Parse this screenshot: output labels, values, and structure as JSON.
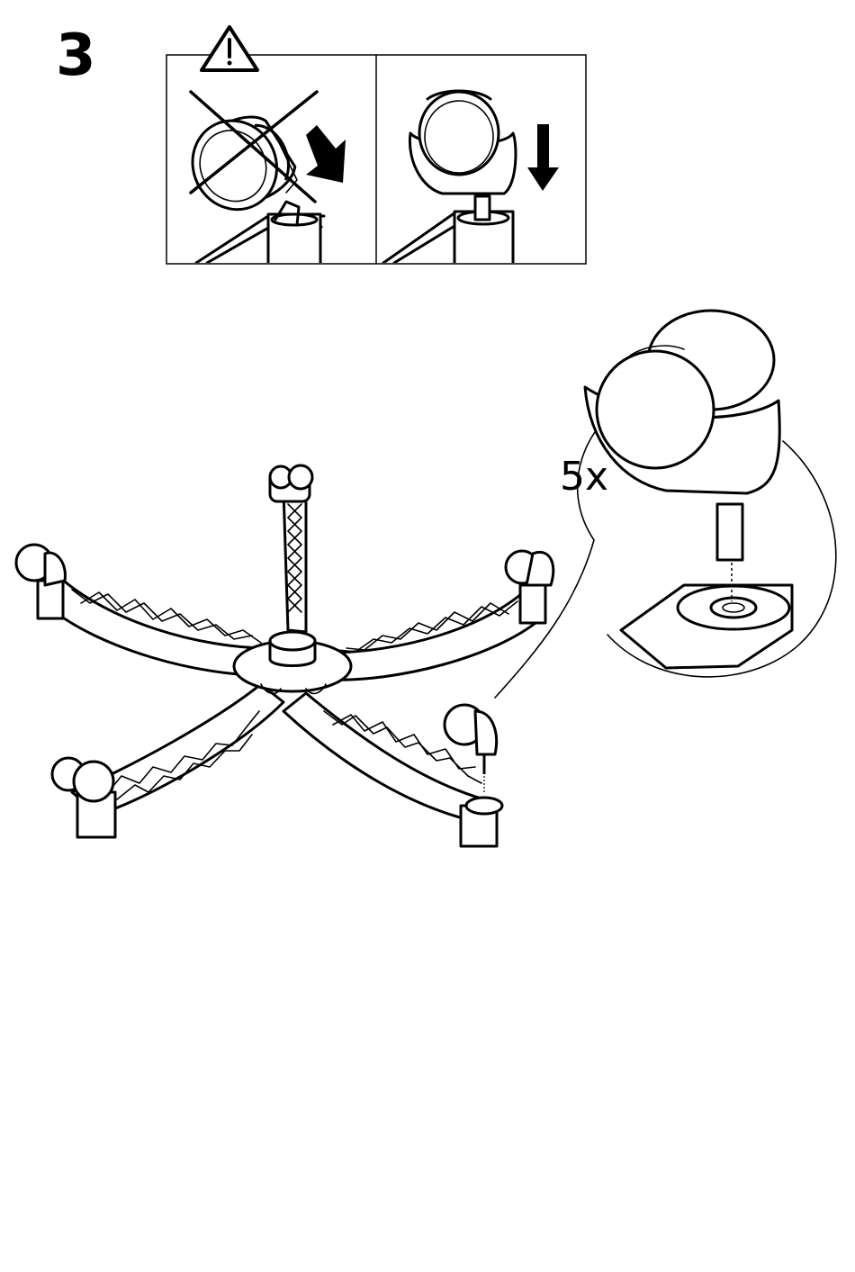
{
  "step": {
    "number": "3"
  },
  "detail": {
    "quantity_label": "5x"
  },
  "icons": {
    "warning": "warning-triangle-icon",
    "wrong_marker": "cross-out-mark",
    "arrow_wrong": "diagonal-down-arrow-icon",
    "arrow_correct": "down-arrow-icon"
  },
  "colors": {
    "ink": "#000000",
    "paper": "#ffffff"
  }
}
